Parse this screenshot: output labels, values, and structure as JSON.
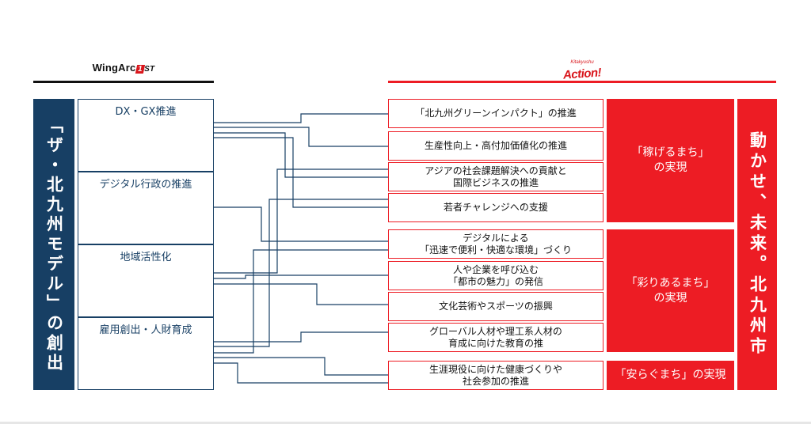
{
  "header": {
    "left_logo": "WingArc",
    "left_logo_mark": "1",
    "left_logo_suffix": "ST",
    "right_logo_small": "Kitakyushu",
    "right_logo": "Action!"
  },
  "left_column_title": "「ザ・北九州モデル」の創出",
  "left_boxes": [
    {
      "label": "DX・GX推進"
    },
    {
      "label": "デジタル行政の推進"
    },
    {
      "label": "地域活性化"
    },
    {
      "label": "雇用創出・人財育成"
    }
  ],
  "initiatives": [
    {
      "label": "「北九州グリーンインパクト」の推進"
    },
    {
      "label": "生産性向上・高付加価値化の推進"
    },
    {
      "label": "アジアの社会課題解決への貢献と\n国際ビジネスの推進"
    },
    {
      "label": "若者チャレンジへの支援"
    },
    {
      "label": "デジタルによる\n「迅速で便利・快適な環境」づくり"
    },
    {
      "label": "人や企業を呼び込む\n「都市の魅力」の発信"
    },
    {
      "label": "文化芸術やスポーツの振興"
    },
    {
      "label": "グローバル人材や理工系人材の\n育成に向けた教育の推"
    },
    {
      "label": "生涯現役に向けた健康づくりや\n社会参加の推進"
    }
  ],
  "goals": [
    {
      "label": "「稼げるまち」\nの実現"
    },
    {
      "label": "「彩りあるまち」\nの実現"
    },
    {
      "label": "「安らぐまち」の実現"
    }
  ],
  "right_column_title": "動かせ、未来。北九州市",
  "colors": {
    "navy": "#173f64",
    "red": "#ed1c24"
  }
}
